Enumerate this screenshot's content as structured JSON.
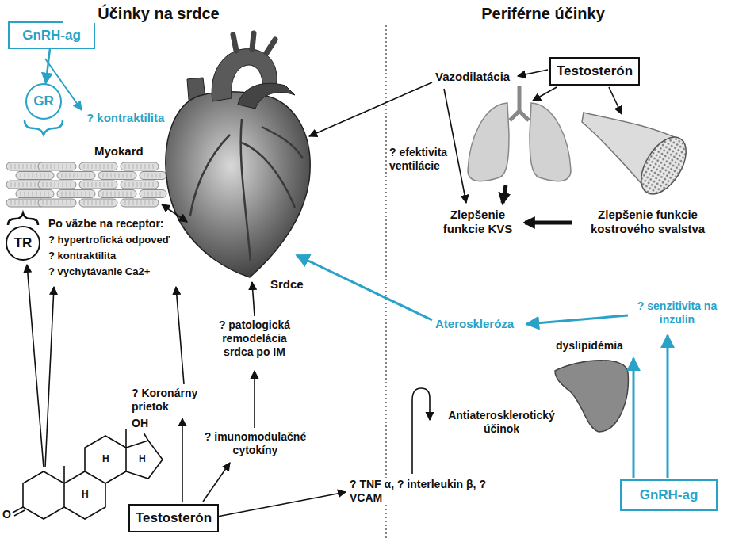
{
  "diagram": {
    "nodes": [
      {
        "text": [
          "GnRH-ag"
        ]
      },
      {
        "text": [
          "Testosterón"
        ]
      },
      {
        "text": [
          "GR"
        ]
      },
      {
        "text": [
          "TR"
        ]
      },
      {
        "text": [
          "GnRH-ag"
        ]
      },
      {
        "text": [
          "Testosterón"
        ]
      }
    ],
    "edges": [
      {
        "from": 0,
        "to": 2,
        "arrow": "to"
      }
    ],
    "labels": [
      "Účinky na srdce",
      "Periférne účinky",
      "? kontraktilita",
      "Myokard",
      "Vazodilatácia",
      "? efektivita ventilácie",
      "Zlepšenie funkcie KVS",
      "Zlepšenie funkcie kostrového svalstva",
      "Po väzbe na receptor:",
      "? hypertrofická odpoveď",
      "? kontraktilita",
      "? vychytávanie Ca2+",
      "Srdce",
      "? patologická remodelácia srdca po IM",
      "? Koronárny prietok",
      "OH",
      "Ateroskleróza",
      "? senzitivita na inzulín",
      "dyslipidémia",
      "Antiaterosklerotický účinok",
      "? imunomodulačné cytokíny",
      "? TNF α, ? interleukin β, ? VCAM",
      "O",
      "H",
      "H",
      "H"
    ]
  }
}
